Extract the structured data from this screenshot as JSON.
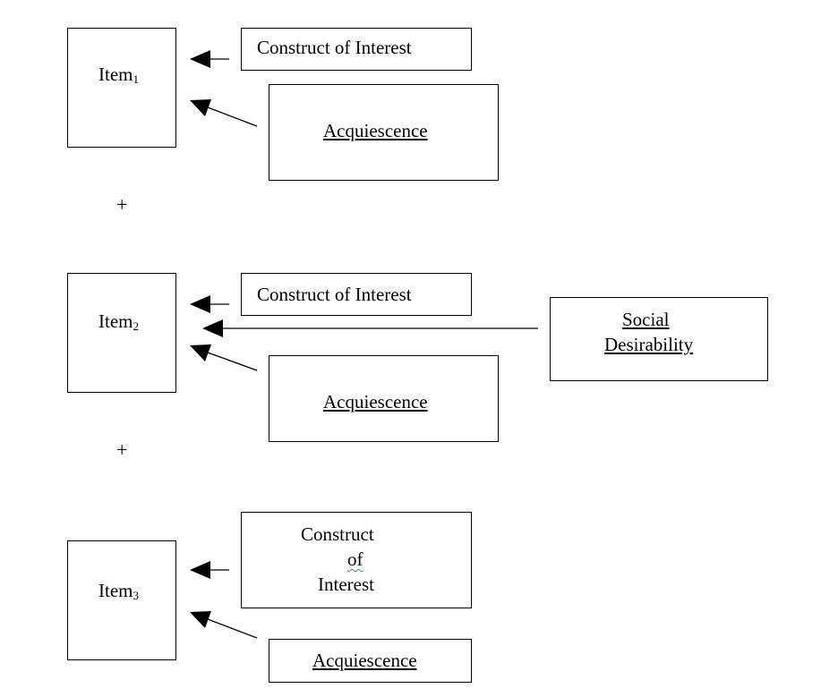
{
  "item_prefix": "Item",
  "items": [
    {
      "subscript": "1"
    },
    {
      "subscript": "2"
    },
    {
      "subscript": "3"
    }
  ],
  "construct_label": "Construct of Interest",
  "construct_split": {
    "line1": "Construct",
    "line2": "of",
    "line3": "Interest"
  },
  "acquiescence_label": "Acquiescence",
  "social_desirability": {
    "line1": "Social",
    "line2": "Desirability"
  },
  "plus_symbol": "+"
}
